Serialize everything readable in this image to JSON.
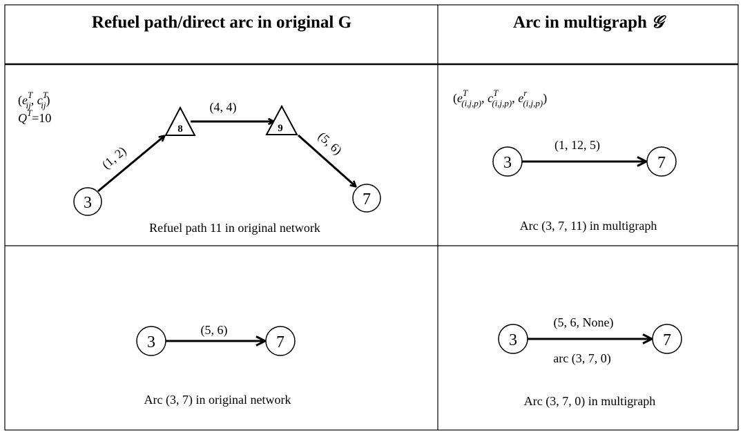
{
  "header": {
    "left_title": "Refuel path/direct arc in original G",
    "right_title_prefix": "Arc in multigraph ",
    "right_title_symbol": "𝒢"
  },
  "top_left": {
    "legend_line1": {
      "open": "(",
      "e": "e",
      "e_sub": "ij",
      "e_sup": "T",
      "sep": ", ",
      "c": "c",
      "c_sub": "ij",
      "c_sup": "T",
      "close": ")"
    },
    "legend_line2": {
      "q": "Q",
      "q_sup": "T",
      "rest": "=10"
    },
    "nodes": {
      "start": "3",
      "stop1": "8",
      "stop2": "9",
      "end": "7"
    },
    "edges": {
      "a": "(1, 2)",
      "b": "(4, 4)",
      "c": "(5, 6)"
    },
    "caption": "Refuel path 11 in original network"
  },
  "top_right": {
    "legend": {
      "open": "(",
      "e": "e",
      "e_sup": "T",
      "e_sub": "(i,j,p)",
      "sep1": ", ",
      "c": "c",
      "c_sup": "T",
      "c_sub": "(i,j,p)",
      "sep2": ", ",
      "r": "e",
      "r_sup": "r",
      "r_sub": "(i,j,p)",
      "close": ")"
    },
    "nodes": {
      "start": "3",
      "end": "7"
    },
    "edge_label": "(1, 12, 5)",
    "caption": "Arc (3, 7, 11) in multigraph"
  },
  "bottom_left": {
    "nodes": {
      "start": "3",
      "end": "7"
    },
    "edge_label": "(5, 6)",
    "caption": "Arc (3, 7) in original network"
  },
  "bottom_right": {
    "nodes": {
      "start": "3",
      "end": "7"
    },
    "edge_label": "(5, 6, None)",
    "edge_sublabel": "arc (3, 7, 0)",
    "caption": "Arc (3, 7, 0) in multigraph"
  }
}
